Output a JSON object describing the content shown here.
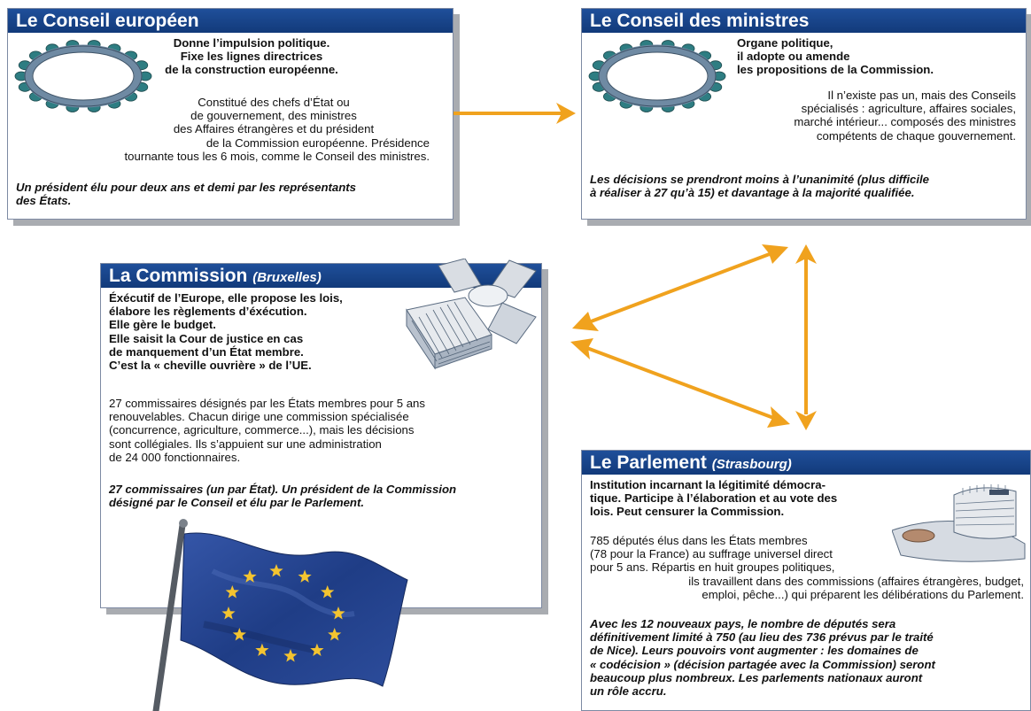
{
  "conseil_europeen": {
    "title": "Le Conseil européen",
    "role": "Donne l’impulsion politique.\nFixe les  lignes directrices\nde la construction européenne.",
    "composition_a": "Constitué des chefs d’État ou\nde gouvernement, des ministres\ndes Affaires étrangères et du président",
    "composition_b": "de la Commission européenne. Présidence\ntournante tous les 6 mois, comme le Conseil des ministres.",
    "reform": "Un président élu pour deux ans et demi par les représentants\ndes États."
  },
  "conseil_ministres": {
    "title": "Le Conseil des ministres",
    "role": "Organe politique,\nil adopte ou amende\nles propositions de la Commission.",
    "composition": "Il n’existe pas un, mais des Conseils\nspécialisés : agriculture, affaires sociales,\nmarché intérieur... composés des ministres\ncompétents de chaque gouvernement.",
    "reform": "Les décisions se prendront moins à l’unanimité (plus difficile\nà réaliser à 27 qu’à 15) et davantage à la majorité qualifiée."
  },
  "commission": {
    "title": "La Commission",
    "location": "(Bruxelles)",
    "role": "Éxécutif de l’Europe, elle propose les lois,\nélabore les règlements d’éxécution.\nElle gère le budget.\nElle saisit la Cour de justice en cas\nde manquement d’un État membre.\nC’est la « cheville ouvrière » de l’UE.",
    "composition": "27 commissaires désignés par les États membres pour 5 ans\nrenouvelables. Chacun dirige une commission spécialisée\n(concurrence, agriculture, commerce...), mais les décisions\nsont collégiales. Ils s’appuient sur une administration\nde 24 000 fonctionnaires.",
    "reform": "27 commissaires (un par État). Un président de la Commission\ndésigné par le Conseil et élu par le Parlement."
  },
  "parlement": {
    "title": "Le Parlement",
    "location": "(Strasbourg)",
    "role": "Institution incarnant la légitimité démocra-\ntique. Participe à l’élaboration et au vote des\nlois. Peut censurer la Commission.",
    "composition_a": "785 députés élus dans les États membres\n(78 pour la France) au suffrage universel direct\npour 5 ans. Répartis en huit groupes politiques,",
    "composition_b": "ils travaillent dans des commissions (affaires étrangères, budget,\nemploi, pêche...) qui préparent les délibérations du Parlement.",
    "reform": "Avec les 12 nouveaux pays, le nombre de députés sera\ndéfinitivement limité à 750 (au lieu des 736 prévus par le traité\nde Nice). Leurs pouvoirs vont augmenter : les domaines de\n« codécision » (décision partagée avec la Commission) seront\nbeaucoup plus nombreux. Les parlements nationaux auront\nun rôle accru."
  },
  "colors": {
    "header": "#1a4890",
    "arrow": "#f0a21e",
    "table": "#6f8aa3",
    "seat": "#2e7d82",
    "flag": "#24418f",
    "star": "#f4c430"
  },
  "icons": [
    "round-table-icon",
    "commission-building-icon",
    "parliament-building-icon",
    "eu-flag-icon"
  ]
}
